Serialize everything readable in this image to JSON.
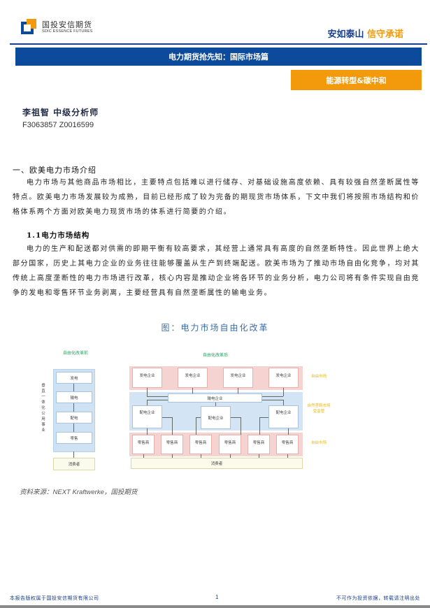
{
  "header": {
    "logo_cn": "国投安信期货",
    "logo_en": "SDIC ESSENCE FUTURES",
    "logo_icon": "sdic-logo-icon",
    "slogan_part1": "安如泰山",
    "slogan_part2": "信守承诺",
    "colors": {
      "brand_blue": "#0c4a9b",
      "brand_orange": "#f39a0c"
    }
  },
  "title_bar": {
    "text": "电力期货抢先知：国际市场篇"
  },
  "tag": {
    "text": "能源转型&碳中和"
  },
  "author": {
    "name_title": "李祖智  中级分析师",
    "ids": "F3063857  Z0016599"
  },
  "body": {
    "section_heading": "一、欧美电力市场介绍",
    "para1": "电力市场与其他商品市场相比，主要特点包括难以进行储存、对基础设施高度依赖、具有较强自然垄断属性等特点。欧美电力市场发展较为成熟，目前已经形成了较为完备的期现货市场体系，下文中我们将按照市场结构和价格体系两个方面对欧美电力现货市场的体系进行简要的介绍。",
    "sub_heading": "1.1电力市场结构",
    "para2": "电力的生产和配送都对供需的即期平衡有较高要求，其经营上通常具有高度的自然垄断特性。因此世界上绝大部分国家，历史上其电力企业的业务往往能够覆盖从生产到终端配送。欧美市场为了推动市场自由化竞争，均对其传统上高度垄断性的电力市场进行改革，核心内容是推动企业将各环节的业务分析，电力公司将有条件实现自由竞争的发电和零售环节业务剥离，主要经营具有自然垄断属性的输电业务。"
  },
  "figure": {
    "title": "图：电力市场自由化改革",
    "before": {
      "label": "自由化改革前",
      "vertical_label": "垂直一体化公用事业",
      "stages": [
        "发电",
        "输电",
        "配电",
        "零售"
      ],
      "consumer": "消费者"
    },
    "after": {
      "label": "自由化改革后",
      "generators": [
        "发电企业",
        "发电企业",
        "发电企业",
        "发电企业"
      ],
      "transmission": "输电企业",
      "distributors": [
        "配电企业",
        "配电企业",
        "配电企业"
      ],
      "retailers": [
        "零售商",
        "零售商",
        "零售商",
        "零售商",
        "零售商",
        "零售商"
      ],
      "consumer": "消费者",
      "side_labels": [
        "自由市场",
        "自然垄断市场\n受监管",
        "自由市场"
      ]
    },
    "source": "资料来源：NEXT Kraftwerke，国投期货"
  },
  "footer": {
    "left": "本报告版权属于国投安信期货有限公司",
    "page": "1",
    "right": "不可作为投资依据，转载请注明出处"
  }
}
